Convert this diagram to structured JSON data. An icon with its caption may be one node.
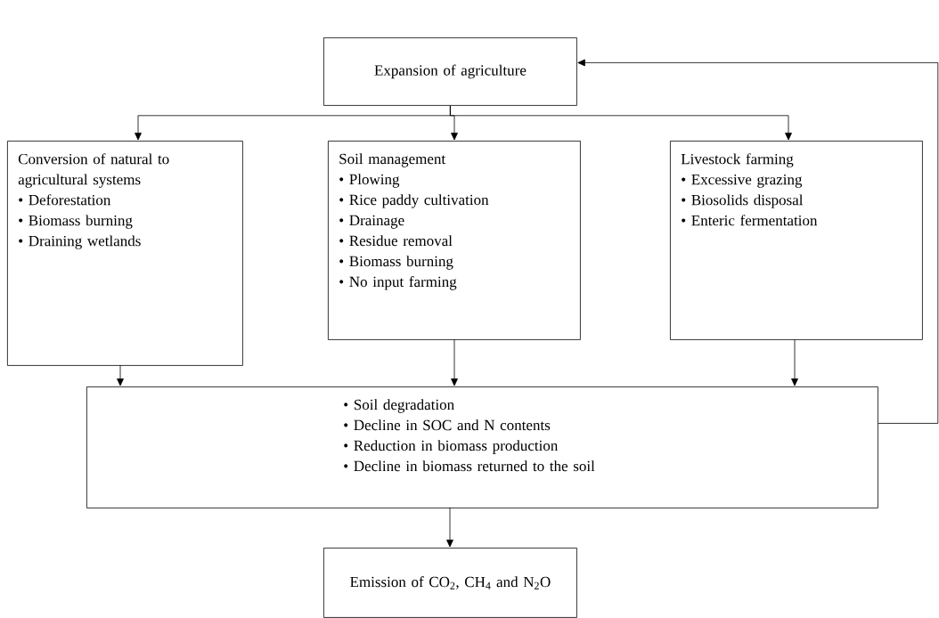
{
  "diagram": {
    "nodes": [
      {
        "text": [
          "Expansion of agriculture"
        ]
      },
      {
        "text": [
          "Conversion of natural to agricultural systems",
          "• Deforestation",
          "• Biomass burning",
          "• Draining wetlands"
        ]
      },
      {
        "text": [
          "Soil management",
          "• Plowing",
          "• Rice paddy cultivation",
          "• Drainage",
          "• Residue removal",
          "• Biomass burning",
          "• No input farming"
        ]
      },
      {
        "text": [
          "Livestock farming",
          "• Excessive grazing",
          "• Biosolids disposal",
          "• Enteric fermentation"
        ]
      },
      {
        "text": [
          "• Soil degradation",
          "• Decline in SOC and N contents",
          "• Reduction in biomass production",
          "• Decline in biomass returned to the soil"
        ]
      },
      {
        "text": [
          "Emission of CO$_{2}$, CH$_{4}$ and N$_{2}$O"
        ]
      }
    ],
    "edges": [
      {
        "from": 0,
        "to": 1,
        "arrow": "to"
      },
      {
        "from": 0,
        "to": 2,
        "arrow": "to"
      },
      {
        "from": 0,
        "to": 3,
        "arrow": "to"
      },
      {
        "from": 1,
        "to": 4,
        "arrow": "to"
      },
      {
        "from": 2,
        "to": 4,
        "arrow": "to"
      },
      {
        "from": 3,
        "to": 4,
        "arrow": "to"
      },
      {
        "from": 4,
        "to": 5,
        "arrow": "to"
      },
      {
        "from": 4,
        "to": 0,
        "arrow": "to"
      }
    ]
  }
}
